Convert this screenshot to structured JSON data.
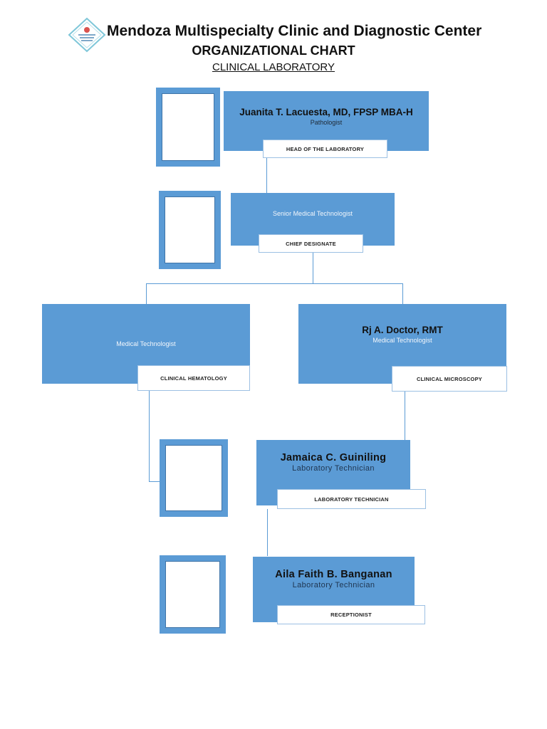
{
  "header": {
    "clinic_name": "Mendoza Multispecialty Clinic and Diagnostic Center",
    "chart_title": "ORGANIZATIONAL CHART",
    "department": "CLINICAL LABORATORY"
  },
  "logo": {
    "icon": "clinic-logo-icon"
  },
  "nodes": {
    "pathologist": {
      "name": "Juanita T. Lacuesta, MD, FPSP MBA-H",
      "role": "Pathologist",
      "tag": "HEAD OF THE LABORATORY"
    },
    "senior": {
      "name": "",
      "role": "Senior Medical Technologist",
      "tag": "CHIEF DESIGNATE"
    },
    "medtech_left": {
      "name": "",
      "role": "Medical Technologist",
      "tag": "CLINICAL HEMATOLOGY"
    },
    "medtech_right": {
      "name": "Rj A. Doctor, RMT",
      "role": "Medical Technologist",
      "tag": "CLINICAL MICROSCOPY"
    },
    "labtech1": {
      "name": "Jamaica C. Guiniling",
      "role": "Laboratory Technician",
      "tag": "LABORATORY TECHNICIAN"
    },
    "labtech2": {
      "name": "Aila Faith B. Banganan",
      "role": "Laboratory Technician",
      "tag": "RECEPTIONIST"
    }
  },
  "colors": {
    "node_fill": "#5b9bd5",
    "tag_fill": "#ffffff",
    "connector": "#5b9bd5"
  }
}
